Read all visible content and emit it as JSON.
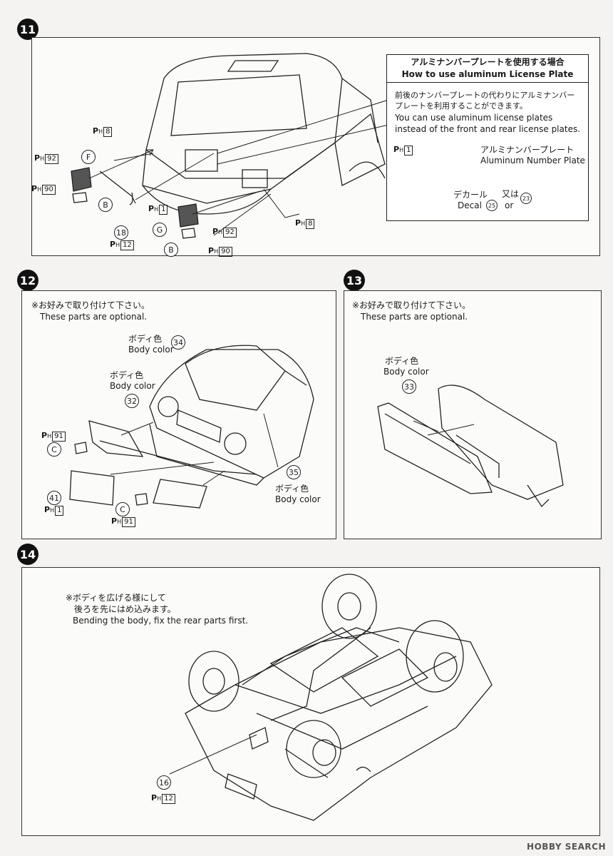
{
  "steps": {
    "s11": "11",
    "s12": "12",
    "s13": "13",
    "s14": "14"
  },
  "step11": {
    "info_title_jp": "アルミナンバープレートを使用する場合",
    "info_title_en": "How to use aluminum License Plate",
    "info_body_jp_1": "前後のナンバープレートの代わりにアルミナンバー",
    "info_body_jp_2": "プレートを利用することができます。",
    "info_body_en_1": "You can use aluminum license plates",
    "info_body_en_2": "instead of the front and rear license plates.",
    "plate_jp": "アルミナンバープレート",
    "plate_en": "Aluminum Number Plate",
    "decal_jp": "デカール",
    "decal_en": "Decal",
    "or_jp": "又は",
    "or_en": "or",
    "decal_num_a": "25",
    "decal_num_b": "23",
    "ph_label": "P",
    "ph_sub": "H",
    "ph_8": "8",
    "ph_92": "92",
    "ph_90": "90",
    "ph_1": "1",
    "ph_12": "12",
    "part_f": "F",
    "part_b": "B",
    "part_g": "G",
    "part_18": "18"
  },
  "step12": {
    "note_jp": "※お好みで取り付けて下さい。",
    "note_en": "These parts are optional.",
    "body_color_jp": "ボディ色",
    "body_color_en": "Body color",
    "part_34": "34",
    "part_32": "32",
    "part_35": "35",
    "part_41": "41",
    "part_c": "C",
    "ph_91": "91",
    "ph_1": "1"
  },
  "step13": {
    "note_jp": "※お好みで取り付けて下さい。",
    "note_en": "These parts are optional.",
    "body_color_jp": "ボディ色",
    "body_color_en": "Body color",
    "part_33": "33"
  },
  "step14": {
    "note_jp_1": "※ボディを広げる様にして",
    "note_jp_2": "後ろを先にはめ込みます。",
    "note_en": "Bending the body, fix the rear parts first.",
    "part_16": "16",
    "ph_12": "12"
  },
  "watermark": "HOBBY SEARCH"
}
